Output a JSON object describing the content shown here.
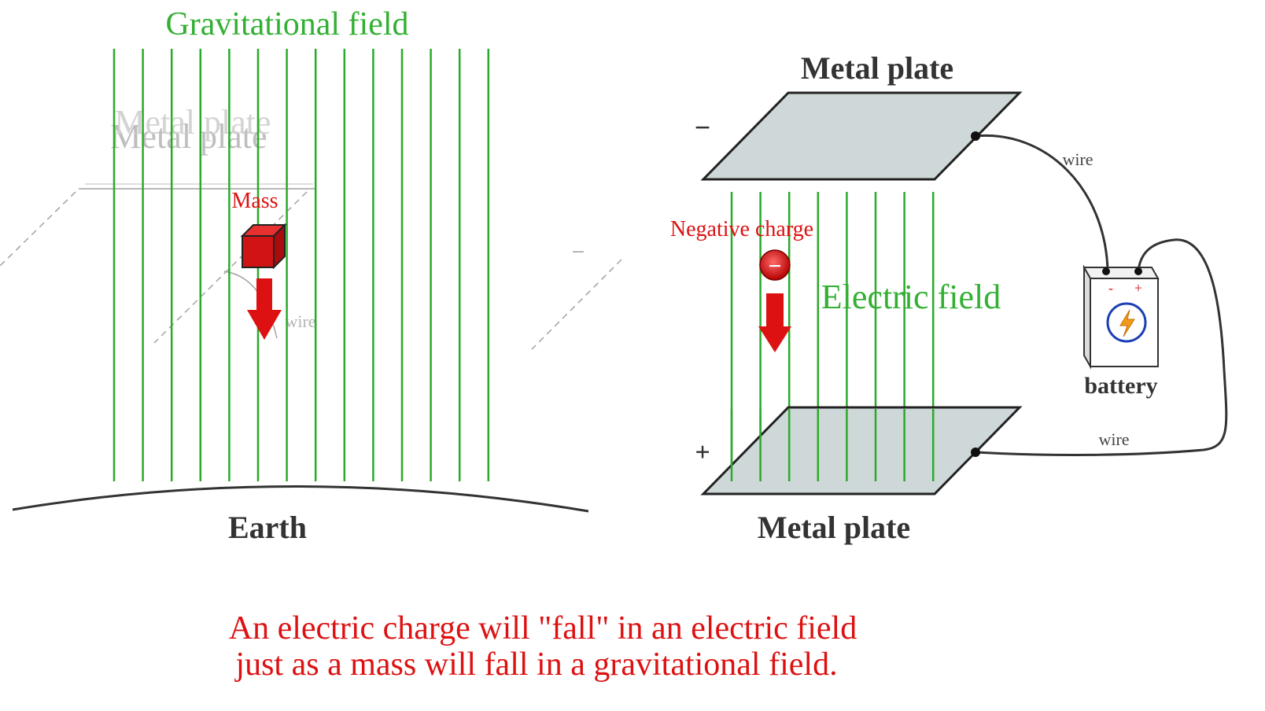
{
  "colors": {
    "field_line": "#2aaa2a",
    "field_text": "#33b033",
    "red_text": "#dd1111",
    "arrow_red": "#dd1111",
    "plate_fill": "#cfd8d8",
    "plate_stroke": "#222222",
    "dark_text": "#333333",
    "earth_line": "#333333",
    "battery_icon": "#1a3fb5",
    "lightning": "#f29a1a"
  },
  "gravity_side": {
    "field_label": "Gravitational field",
    "mass_label": "Mass",
    "earth_label": "Earth",
    "ghost_plate_label": "Metal plate",
    "ghost_wire_label": "wire",
    "ghost_minus": "−"
  },
  "electric_side": {
    "top_plate_label": "Metal plate",
    "bottom_plate_label": "Metal plate",
    "minus_sign": "−",
    "plus_sign": "+",
    "negative_charge_label": "Negative charge",
    "charge_symbol": "−",
    "field_label": "Electric field",
    "wire_top_label": "wire",
    "wire_bottom_label": "wire",
    "battery_label": "battery",
    "battery_minus": "-",
    "battery_plus": "+"
  },
  "caption": {
    "line1": "An electric charge will \"fall\" in an electric field",
    "line2": "just as a mass will fall in a gravitational field."
  }
}
